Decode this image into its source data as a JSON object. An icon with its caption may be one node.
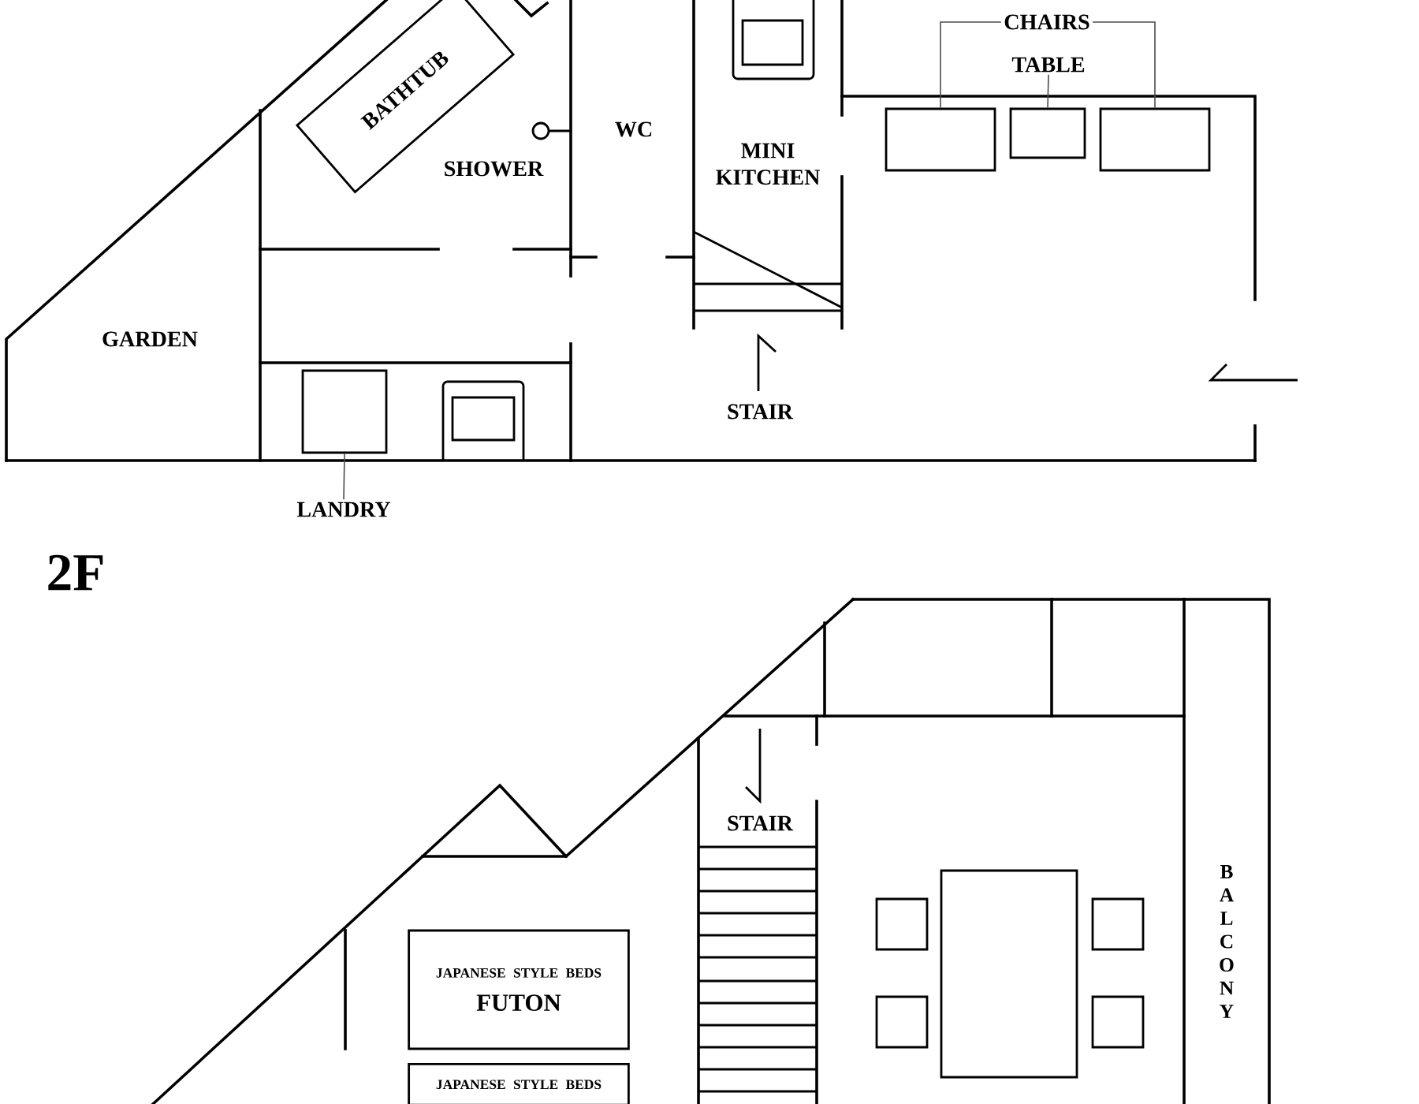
{
  "diagram": {
    "nodes": [
      {
        "text": [
          "BATHTUB"
        ]
      },
      {
        "text": [
          "LANDRY"
        ]
      },
      {
        "text": [],
        "shape": "box"
      },
      {
        "text": [
          "CHAIRS"
        ]
      },
      {
        "text": [],
        "shape": "box"
      },
      {
        "text": [
          "TABLE"
        ]
      },
      {
        "text": [],
        "shape": "box"
      },
      {
        "text": [],
        "shape": "box"
      },
      {
        "text": [
          "JAPANESE STYLE BEDS",
          "FUTON"
        ]
      },
      {
        "text": [
          "JAPANESE STYLE BEDS"
        ]
      }
    ],
    "edges": [
      {
        "from": 1,
        "to": 2,
        "arrow": "none"
      },
      {
        "from": 3,
        "to": 4,
        "arrow": "none"
      },
      {
        "from": 3,
        "to": 7,
        "arrow": "none"
      },
      {
        "from": 5,
        "to": 6,
        "arrow": "none"
      }
    ],
    "labels": [
      "WC",
      "SHOWER",
      "MINI KITCHEN",
      "GARDEN",
      "STAIR",
      "2F",
      "STAIR",
      "BALCONY"
    ]
  }
}
